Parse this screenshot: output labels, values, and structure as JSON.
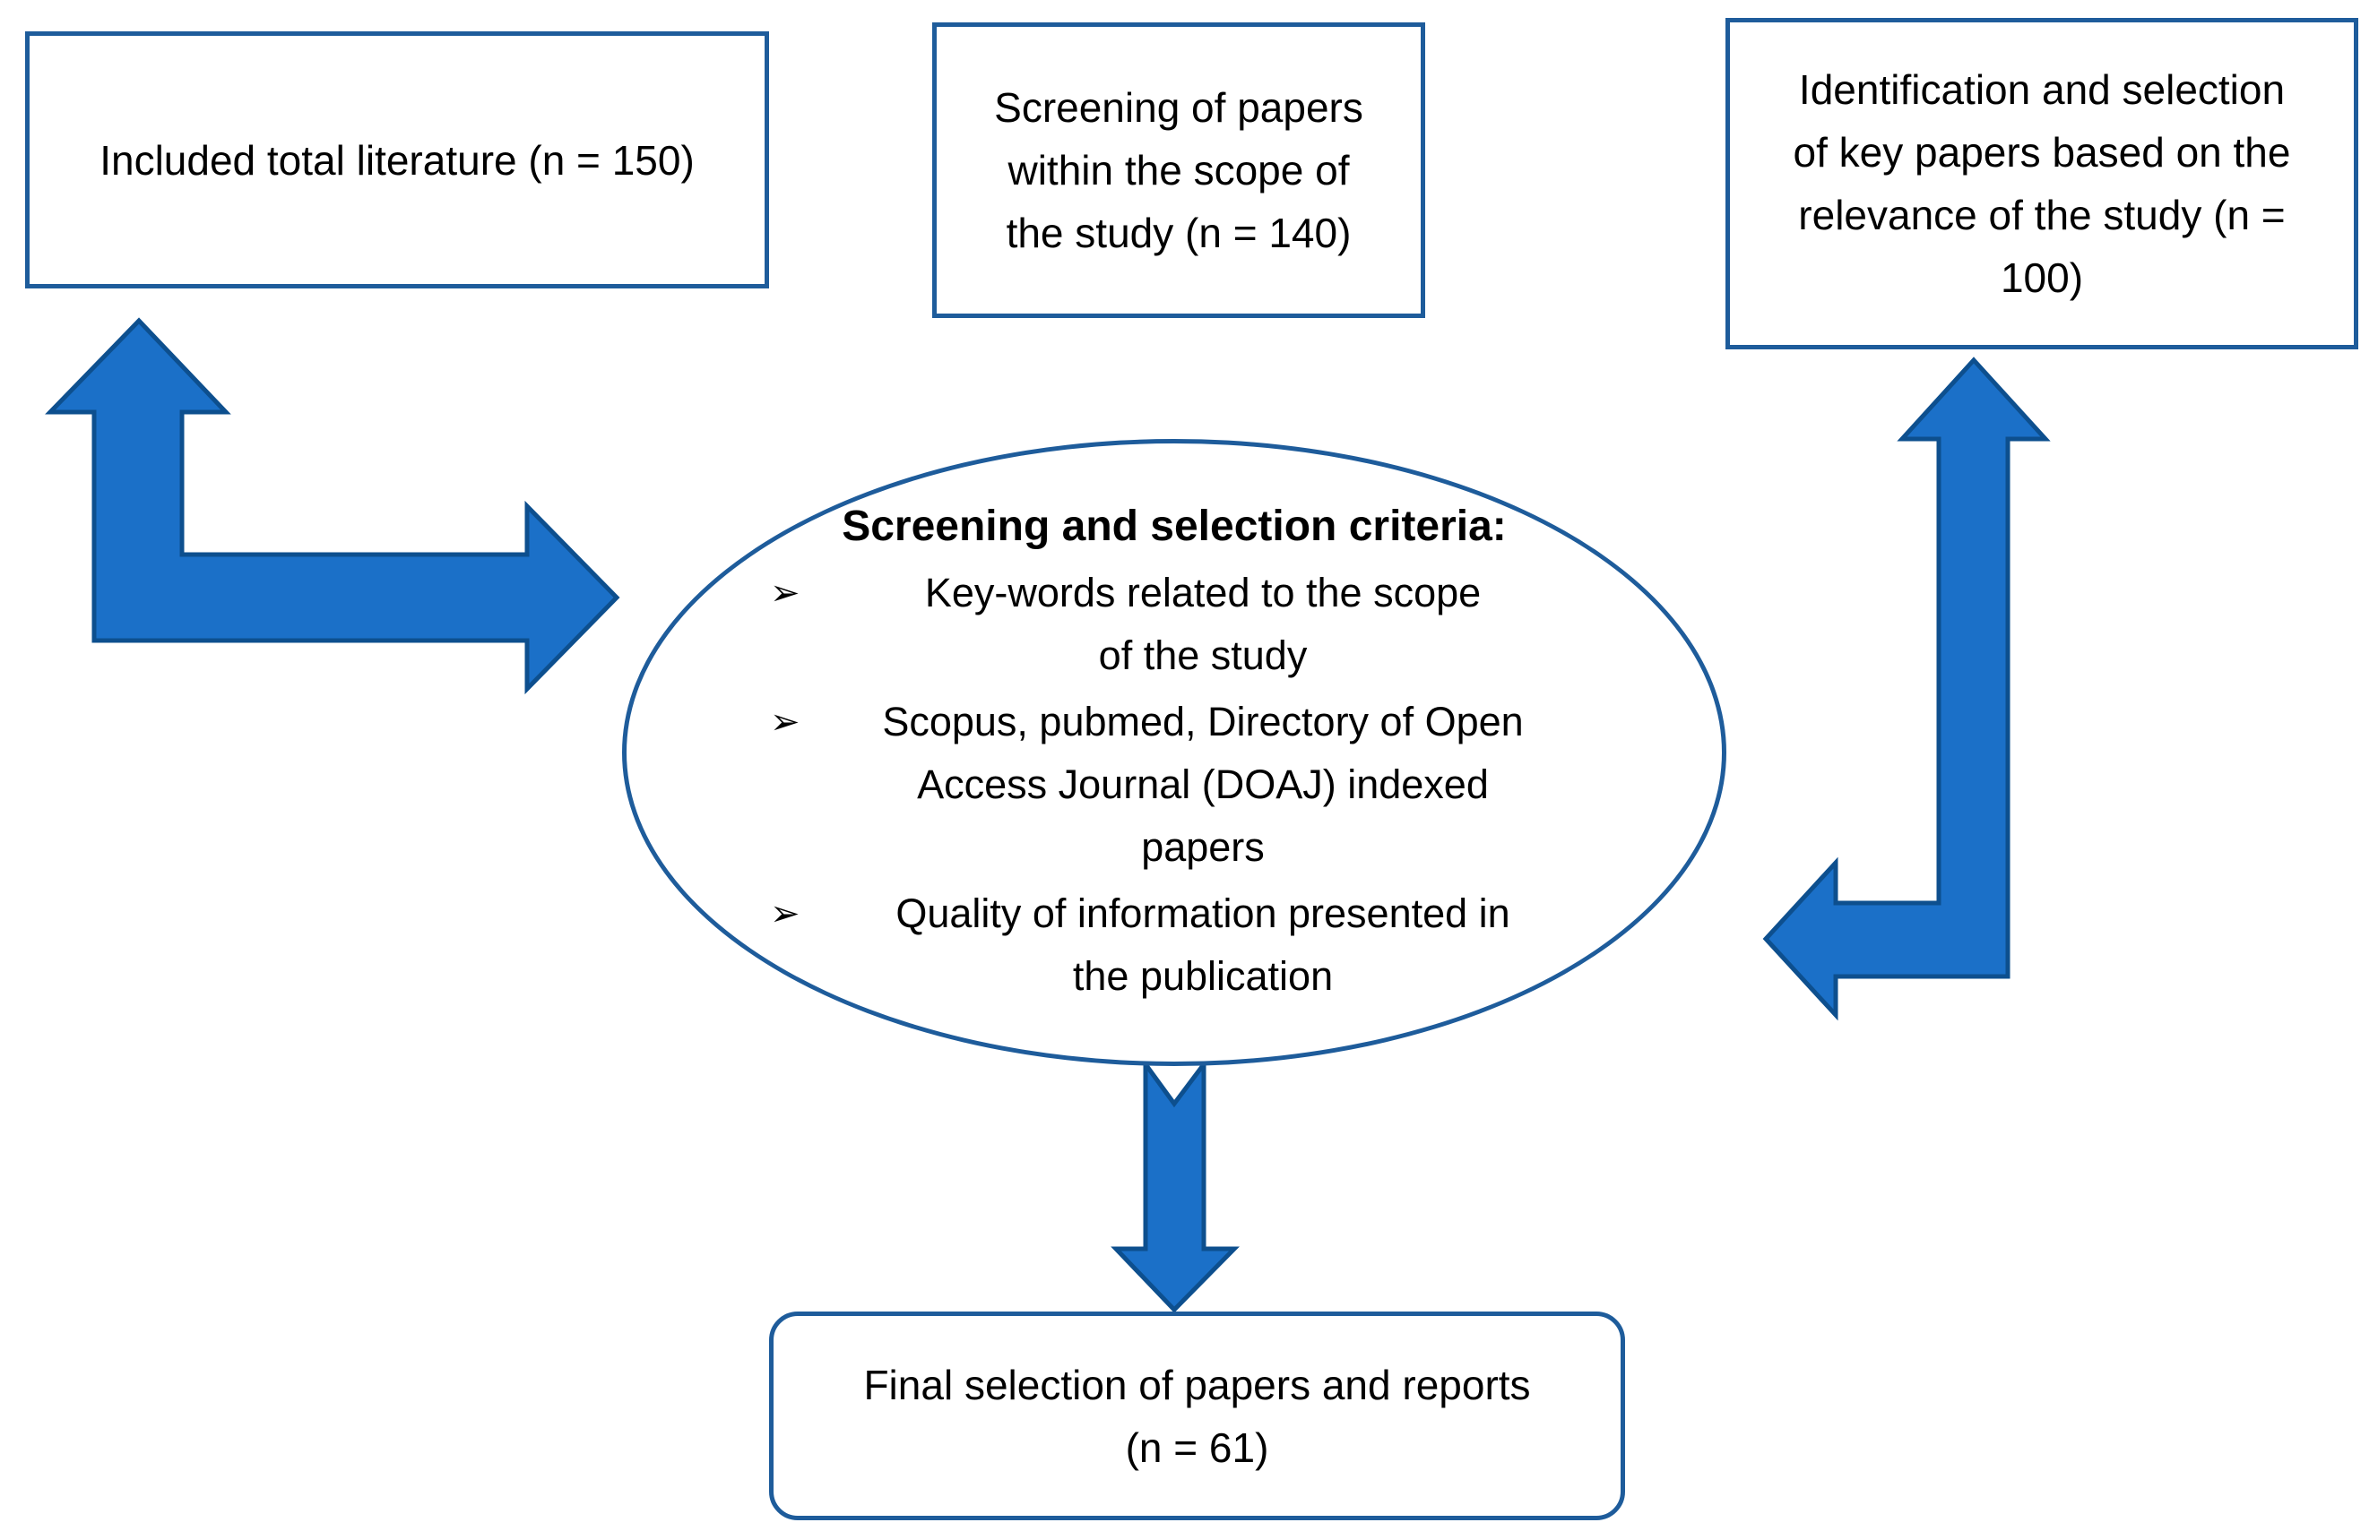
{
  "diagram": {
    "boxes": {
      "included": {
        "text": "Included total literature (n = 150)"
      },
      "screening": {
        "text": "Screening of papers\nwithin the scope of\nthe study (n = 140)"
      },
      "identification": {
        "text": "Identification and selection\nof key papers based on the\nrelevance of the study (n =\n100)"
      },
      "final": {
        "text": "Final selection of papers and reports\n(n = 61)"
      }
    },
    "ellipse": {
      "title": "Screening and selection criteria:",
      "bullet_marker": "➢",
      "bullets": [
        {
          "text": "Key-words related to the scope\nof the study"
        },
        {
          "text": "Scopus, pubmed, Directory of Open\nAccess Journal (DOAJ) indexed\npapers"
        },
        {
          "text": "Quality of information presented in\nthe publication"
        }
      ]
    },
    "arrows": [
      {
        "name": "bent-arrow-left",
        "description": "double-headed bent arrow pointing up to included-literature box and right to ellipse"
      },
      {
        "name": "bent-arrow-right",
        "description": "double-headed bent arrow pointing up to identification box and left to ellipse"
      },
      {
        "name": "notched-down-arrow",
        "description": "notched arrow from ellipse down to final selection box"
      }
    ],
    "colors": {
      "arrow_fill": "#1B70C8",
      "arrow_stroke": "#0D4F8E",
      "shape_border": "#1E5C9B",
      "text": "#000000",
      "background": "#FFFFFF"
    }
  }
}
